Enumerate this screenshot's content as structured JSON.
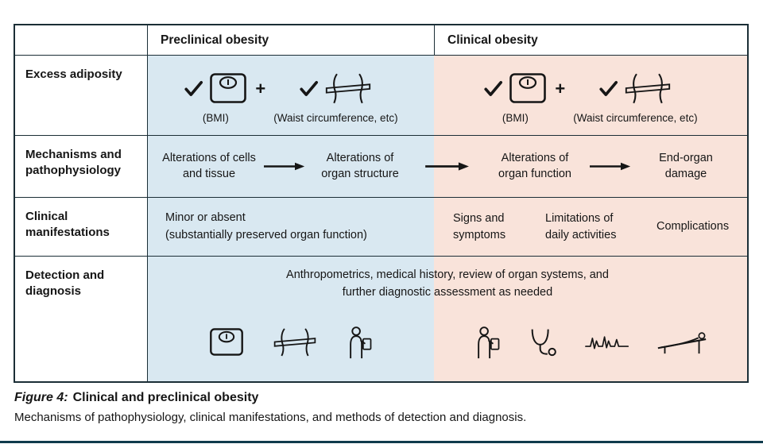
{
  "colors": {
    "preclinical_bg": "#d9e8f1",
    "clinical_bg": "#f9e3da",
    "border": "#1b2e36",
    "page_rule": "#0f3a4c"
  },
  "icons": {
    "check": "checkmark",
    "scale": "bathroom-scale",
    "waist": "waist-circumference-measurement",
    "doctor": "clinician-with-clipboard",
    "stethoscope": "stethoscope",
    "ecg": "ecg-trace",
    "exam_table": "patient-on-exam-table",
    "arrow": "right-arrow"
  },
  "header": {
    "preclinical": "Preclinical obesity",
    "clinical": "Clinical obesity"
  },
  "rows": {
    "adiposity": {
      "label": "Excess adiposity",
      "plus": "+",
      "bmi_caption": "(BMI)",
      "waist_caption": "(Waist circumference, etc)"
    },
    "mechanisms": {
      "label": "Mechanisms and pathophysiology",
      "steps": [
        "Alterations of cells and tissue",
        "Alterations of organ structure",
        "Alterations of organ function",
        "End-organ damage"
      ]
    },
    "manifestations": {
      "label": "Clinical manifestations",
      "preclinical_primary": "Minor or absent",
      "preclinical_secondary": "(substantially preserved organ function)",
      "clinical_items": [
        "Signs and symptoms",
        "Limitations of daily activities",
        "Complications"
      ]
    },
    "detection": {
      "label": "Detection and diagnosis",
      "line1": "Anthropometrics, medical history, review of organ systems, and",
      "line2": "further diagnostic assessment as needed"
    }
  },
  "caption": {
    "figure_label": "Figure 4:",
    "title": "Clinical and preclinical obesity",
    "description": "Mechanisms of pathophysiology, clinical manifestations, and methods of detection and diagnosis."
  }
}
